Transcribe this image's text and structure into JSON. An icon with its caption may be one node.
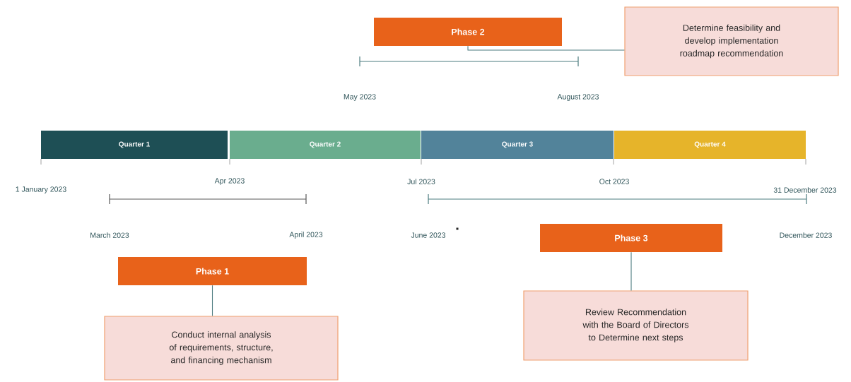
{
  "diagram": {
    "nodes": [
      {
        "text": [
          "Quarter 1"
        ]
      },
      {
        "text": [
          "Quarter 2"
        ]
      },
      {
        "text": [
          "Quarter 3"
        ]
      },
      {
        "text": [
          "Quarter 4"
        ]
      },
      {
        "text": [
          "Phase 2"
        ]
      },
      {
        "text": [
          "Determine feasibility and develop implementation roadmap recommendation"
        ]
      },
      {
        "text": [
          "Phase 1"
        ]
      },
      {
        "text": [
          "Conduct internal analysis of requirements, structure, and financing mechanism"
        ]
      },
      {
        "text": [
          "Phase 3"
        ]
      },
      {
        "text": [
          "Review Recommendation with the Board of Directors to Determine next steps"
        ]
      }
    ],
    "edges": [
      {
        "from": 4,
        "to": 5,
        "arrow": "none"
      },
      {
        "from": 6,
        "to": 7,
        "arrow": "none"
      },
      {
        "from": 8,
        "to": 9,
        "arrow": "none"
      }
    ],
    "labels": [
      "May 2023",
      "August 2023",
      "Apr 2023",
      "Jul 2023",
      "Oct 2023",
      "1 January 2023",
      "31 December 2023",
      "March 2023",
      "April 2023",
      "June 2023",
      "December 2023"
    ]
  }
}
